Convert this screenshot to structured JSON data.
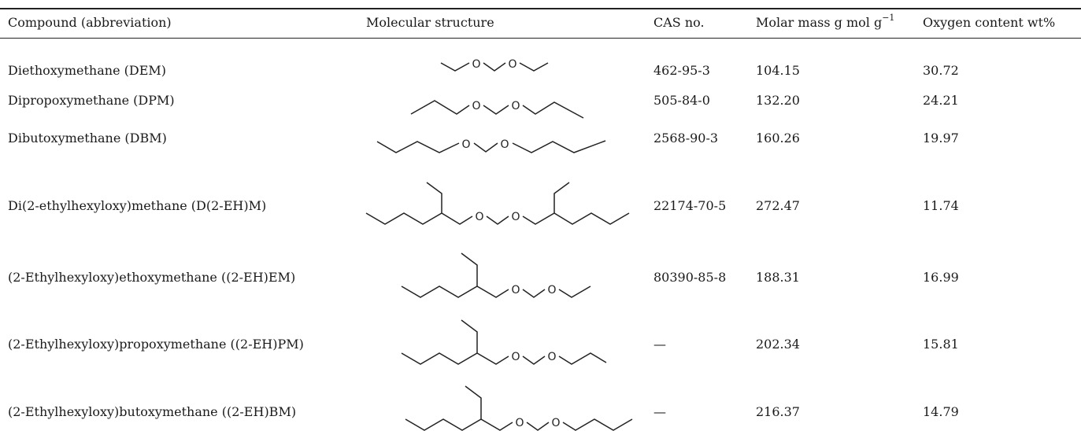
{
  "table": {
    "headers": {
      "compound": "Compound (abbreviation)",
      "structure": "Molecular structure",
      "cas": "CAS no.",
      "molar_mass": "Molar mass g mol",
      "molar_mass_exp": "−1",
      "oxygen": "Oxygen content wt%"
    },
    "rows": [
      {
        "compound": "Diethoxymethane (DEM)",
        "cas": "462-95-3",
        "molar_mass": "104.15",
        "oxygen": "30.72"
      },
      {
        "compound": "Dipropoxymethane (DPM)",
        "cas": "505-84-0",
        "molar_mass": "132.20",
        "oxygen": "24.21"
      },
      {
        "compound": "Dibutoxymethane (DBM)",
        "cas": "2568-90-3",
        "molar_mass": "160.26",
        "oxygen": "19.97"
      },
      {
        "compound": "Di(2-ethylhexyloxy)methane (D(2-EH)M)",
        "cas": "22174-70-5",
        "molar_mass": "272.47",
        "oxygen": "11.74"
      },
      {
        "compound": "(2-Ethylhexyloxy)ethoxymethane ((2-EH)EM)",
        "cas": "80390-85-8",
        "molar_mass": "188.31",
        "oxygen": "16.99"
      },
      {
        "compound": "(2-Ethylhexyloxy)propoxymethane ((2-EH)PM)",
        "cas": "—",
        "molar_mass": "202.34",
        "oxygen": "15.81"
      },
      {
        "compound": "(2-Ethylhexyloxy)butoxymethane ((2-EH)BM)",
        "cas": "—",
        "molar_mass": "216.37",
        "oxygen": "14.79"
      }
    ],
    "oxygen_atom_label": "O"
  }
}
